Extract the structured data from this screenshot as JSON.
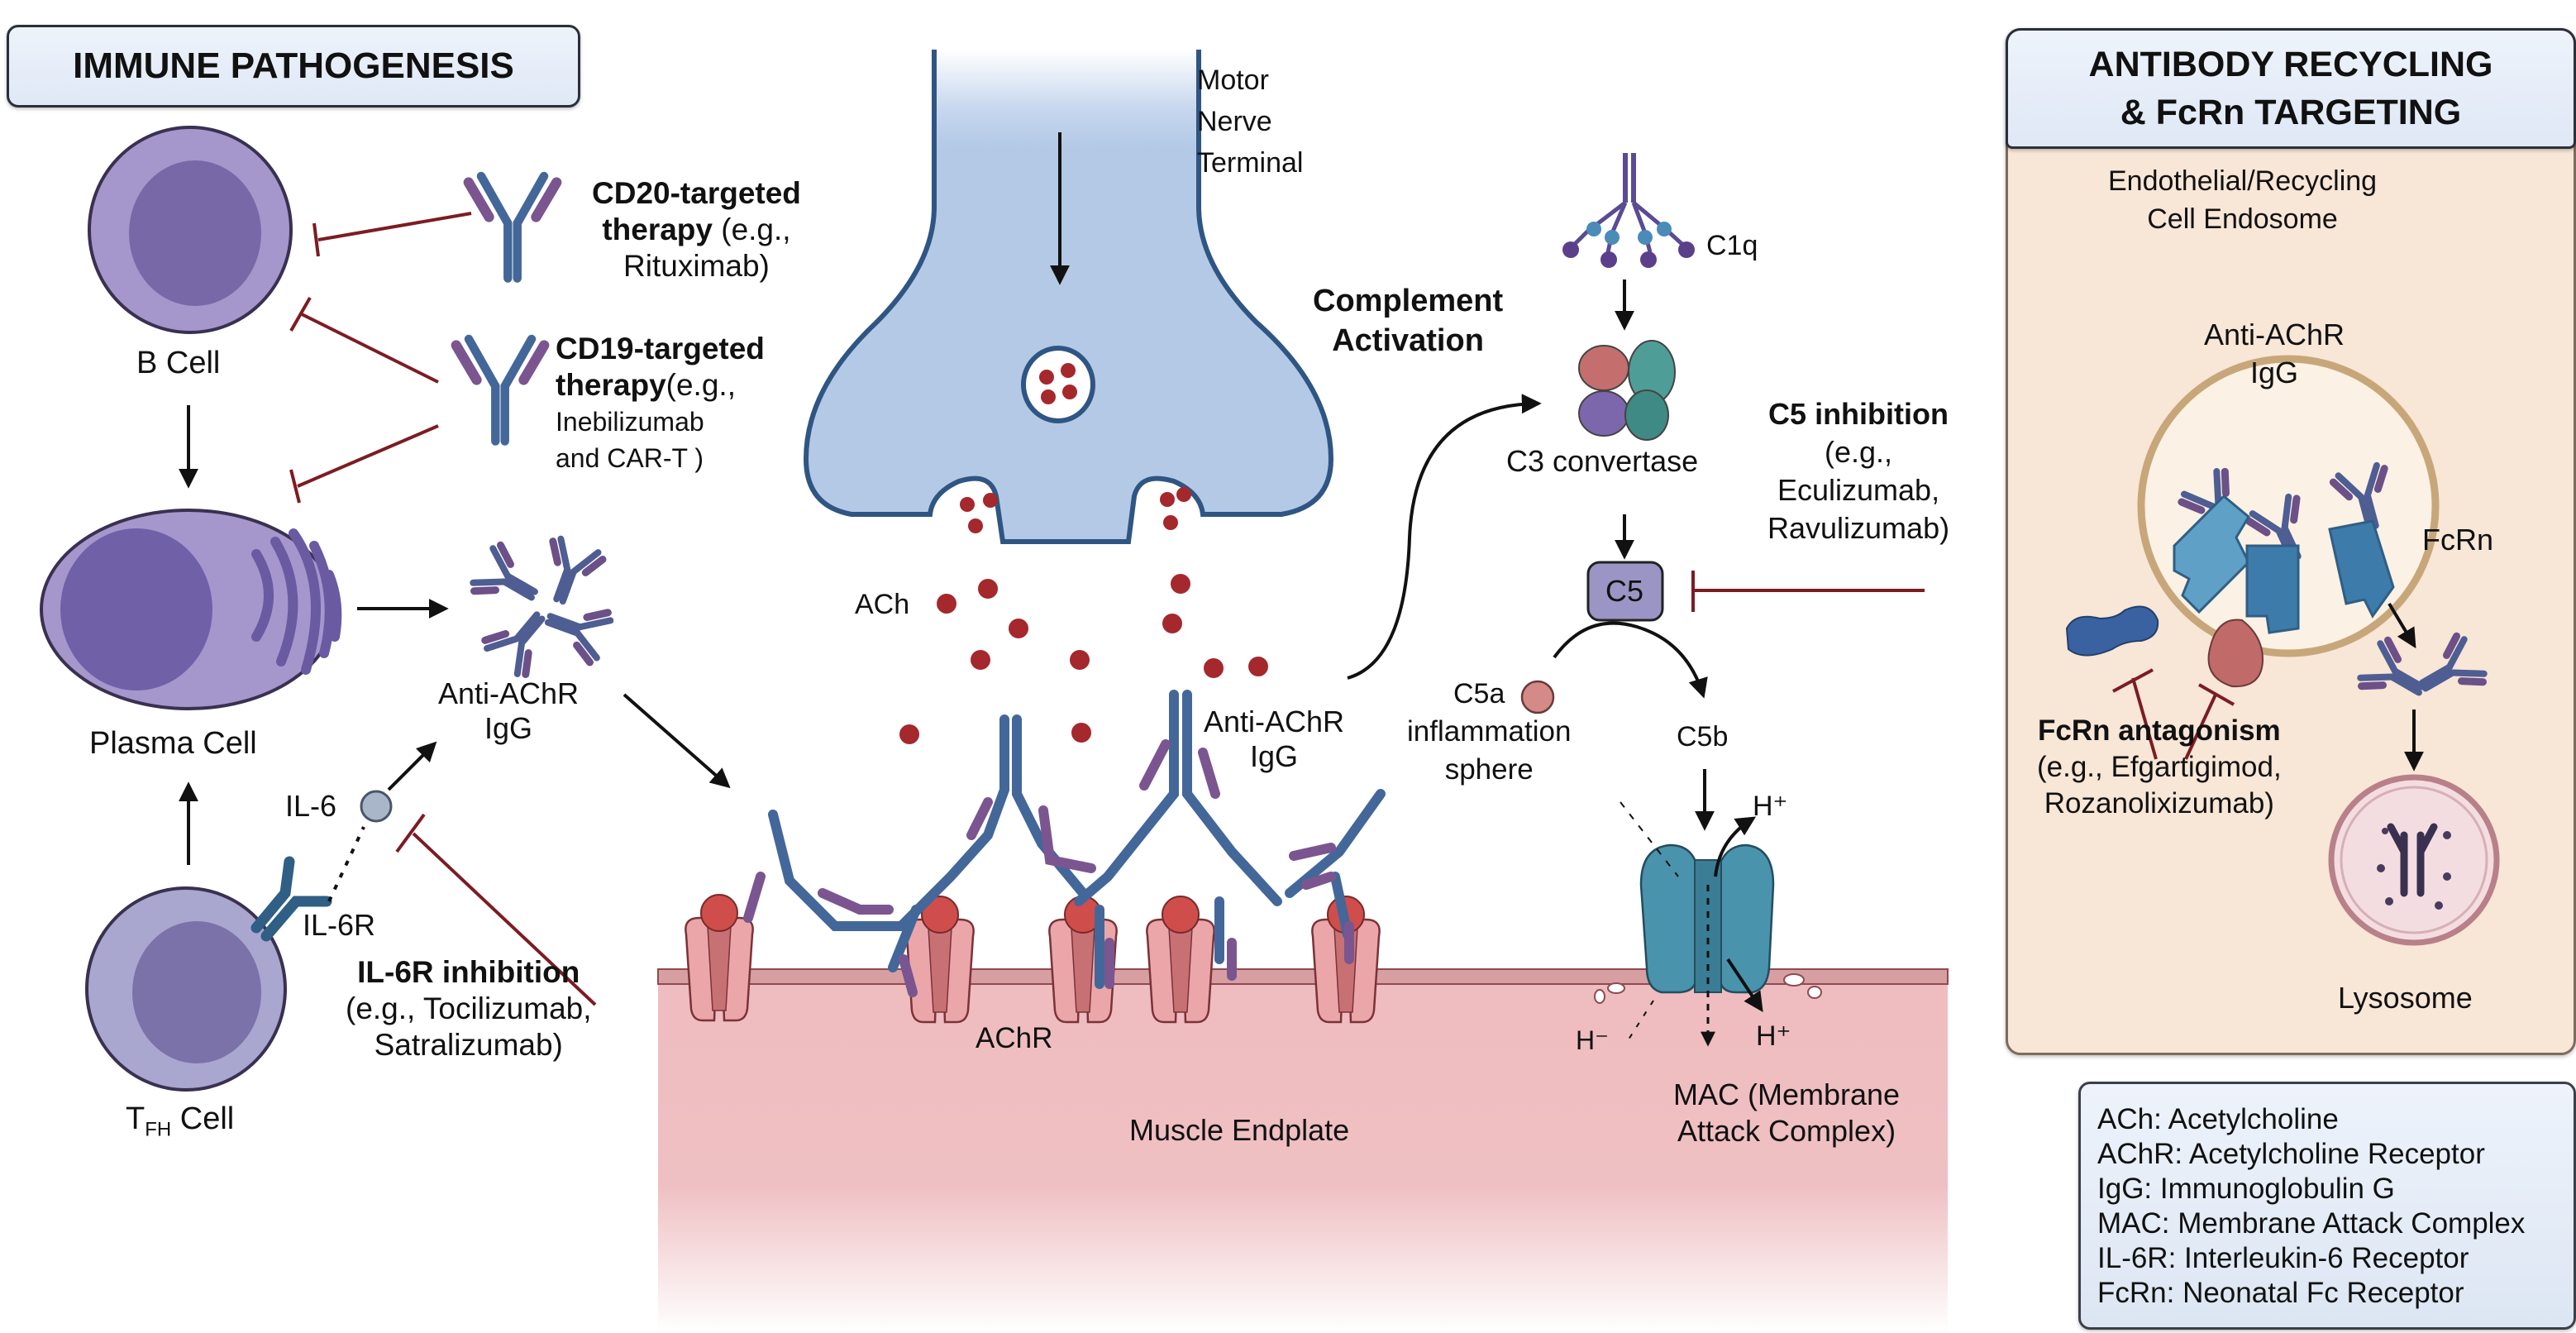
{
  "sections": {
    "immune_pathogenesis": {
      "title": "IMMUNE PATHOGENESIS",
      "cells": {
        "b_cell": "B Cell",
        "plasma_cell": "Plasma Cell",
        "tfh_cell_main": "T",
        "tfh_cell_sub": "FH",
        "tfh_cell_suffix": " Cell"
      },
      "therapies": {
        "cd20": {
          "line1": "CD20-targeted",
          "line2_bold": "therapy",
          "line2_rest": " (e.g.,",
          "line3": "Rituximab)"
        },
        "cd19": {
          "line1": "CD19-targeted",
          "line2_bold": "therapy",
          "line2_rest": "(e.g.,",
          "line3": "Inebilizumab",
          "line4": "and CAR-T )"
        },
        "il6r": {
          "line1": "IL-6R inhibition",
          "line2": "(e.g., Tocilizumab,",
          "line3": "Satralizumab)"
        }
      },
      "labels": {
        "anti_achr_igg_line1": "Anti-AChR",
        "anti_achr_igg_line2": "IgG",
        "il6": "IL-6",
        "il6r": "IL-6R"
      }
    },
    "neuromuscular_junction": {
      "motor_nerve_line1": "Motor",
      "motor_nerve_line2": "Nerve",
      "motor_nerve_line3": "Terminal",
      "ach": "ACh",
      "anti_achr_igg_line1": "Anti-AChR",
      "anti_achr_igg_line2": "IgG",
      "achr": "AChR",
      "muscle_endplate": "Muscle Endplate"
    },
    "complement": {
      "title_line1": "Complement",
      "title_line2": "Activation",
      "c1q": "C1q",
      "c3_convertase": "C3 convertase",
      "c5": "C5",
      "c5a": "C5a",
      "c5a_desc_line1": "inflammation",
      "c5a_desc_line2": "sphere",
      "c5b": "C5b",
      "h_plus_top": "H⁺",
      "h_minus": "H⁻",
      "h_plus_bottom": "H⁺",
      "mac_line1": "MAC (Membrane",
      "mac_line2": "Attack Complex)",
      "c5_inhibition": {
        "line1": "C5 inhibition",
        "line2": "(e.g.,",
        "line3": "Eculizumab,",
        "line4": "Ravulizumab)"
      }
    },
    "antibody_recycling": {
      "title_line1": "ANTIBODY RECYCLING",
      "title_line2": "& FcRn TARGETING",
      "endosome_line1": "Endothelial/Recycling",
      "endosome_line2": "Cell Endosome",
      "anti_achr_igg_line1": "Anti-AChR",
      "anti_achr_igg_line2": "IgG",
      "fcrn": "FcRn",
      "fcrn_antagonism": {
        "line1": "FcRn antagonism",
        "line2": "(e.g., Efgartigimod,",
        "line3": "Rozanolixizumab)"
      },
      "lysosome": "Lysosome"
    }
  },
  "legend": [
    "ACh: Acetylcholine",
    "AChR: Acetylcholine Receptor",
    "IgG: Immunoglobulin G",
    "MAC: Membrane Attack Complex",
    "IL-6R: Interleukin-6 Receptor",
    "FcRn: Neonatal Fc Receptor"
  ],
  "colors": {
    "cell_outer": "#a596cc",
    "cell_nucleus": "#7868a8",
    "antibody_heavy": "#44679a",
    "antibody_light": "#7b5590",
    "nerve_fill": "#b3c9e6",
    "nerve_stroke": "#2f5583",
    "ach_dot": "#a5282c",
    "muscle": "#efb9bd",
    "receptor": "#e9a3a3",
    "inhibition": "#7c1c22",
    "mac": "#4a93ad",
    "fcrn": "#3d7bab",
    "recycling_panel": "#f8e6d6",
    "title_box": "#e6edf8"
  }
}
